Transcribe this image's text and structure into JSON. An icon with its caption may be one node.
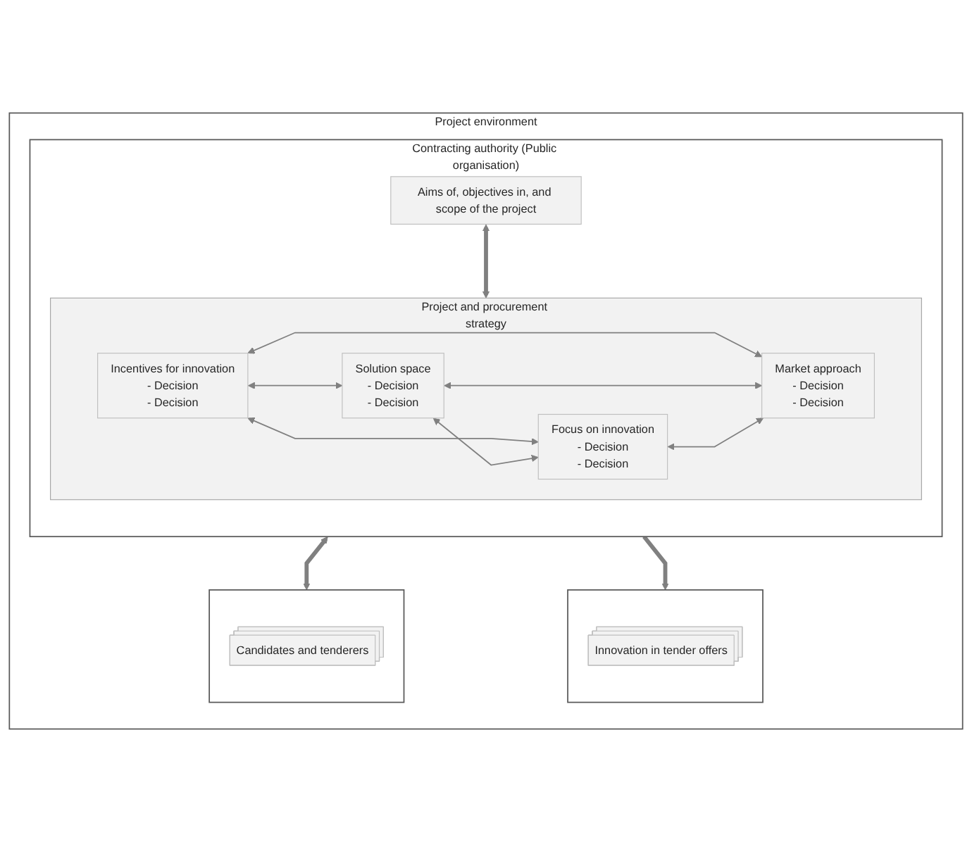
{
  "diagram": {
    "nodes": [
      {
        "text": [
          "Project environment"
        ]
      },
      {
        "text": [
          "Contracting authority (Public organisation)"
        ],
        "in": 0
      },
      {
        "text": [
          "Aims of, objectives in, and scope of the project"
        ],
        "in": 1
      },
      {
        "text": [
          "Project and procurement strategy"
        ],
        "in": 1
      },
      {
        "text": [
          "Incentives for innovation",
          "- Decision",
          "- Decision"
        ],
        "in": 3
      },
      {
        "text": [
          "Solution space",
          "- Decision",
          "- Decision"
        ],
        "in": 3
      },
      {
        "text": [
          "Focus on innovation",
          "- Decision",
          "- Decision"
        ],
        "in": 3
      },
      {
        "text": [
          "Market approach",
          "- Decision",
          "- Decision"
        ],
        "in": 3
      },
      {
        "text": [],
        "shape": "box",
        "in": 0
      },
      {
        "text": [
          "Innovation in tender offers"
        ],
        "in": 8
      },
      {
        "text": [],
        "shape": "box",
        "in": 0
      },
      {
        "text": [
          "Candidates and tenderers"
        ],
        "in": 10
      }
    ],
    "edges": [
      {
        "from": 2,
        "to": 3,
        "arrow": "both",
        "style": "thick"
      },
      {
        "from": 4,
        "to": 5,
        "arrow": "both"
      },
      {
        "from": 4,
        "to": 6,
        "arrow": "both"
      },
      {
        "from": 4,
        "to": 7,
        "arrow": "both"
      },
      {
        "from": 5,
        "to": 6,
        "arrow": "both"
      },
      {
        "from": 5,
        "to": 7,
        "arrow": "both"
      },
      {
        "from": 6,
        "to": 7,
        "arrow": "both"
      },
      {
        "from": 1,
        "to": 10,
        "arrow": "both",
        "style": "thick"
      },
      {
        "from": 1,
        "to": 8,
        "arrow": "to",
        "style": "thick"
      }
    ]
  }
}
